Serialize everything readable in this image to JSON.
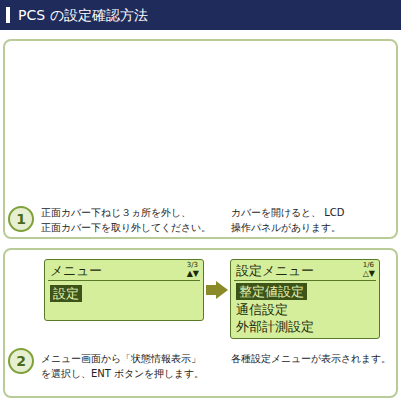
{
  "diagram": {
    "title": "PCS の設定確認方法",
    "nodes": [
      {
        "text": [
          "正面カバー下ねじ３ヵ所を外し、 正面カバー下を取り外してください。",
          "カバーを開けると、 LCD 操作パネルがあります。"
        ]
      },
      {
        "text": [
          "1"
        ],
        "in": 0
      },
      {
        "text": [
          "メニュー画面から「状態情報表示」 を選択し、ENT ボタンを押します。",
          "各種設定メニューが表示されます。"
        ]
      },
      {
        "text": [
          "2"
        ],
        "in": 2
      },
      {
        "text": [
          "メニュー",
          "3/3",
          "▲▼",
          "設定"
        ],
        "in": 2
      },
      {
        "text": [
          "設定メニュー",
          "1/6",
          "△▼",
          "整定値設定",
          "通信設定",
          "外部計測設定"
        ],
        "in": 2
      }
    ],
    "edges": [
      {
        "from": 4,
        "to": 5,
        "arrow": "to"
      }
    ]
  }
}
